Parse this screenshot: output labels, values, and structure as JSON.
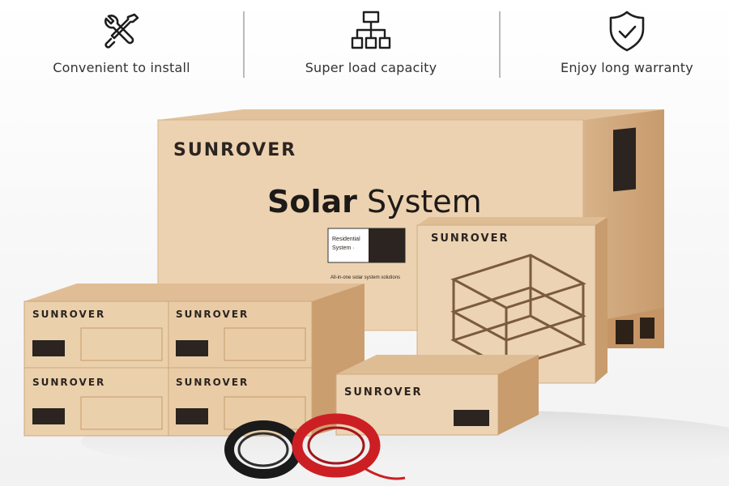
{
  "features": [
    {
      "label": "Convenient to install",
      "icon": "tools-icon"
    },
    {
      "label": "Super load capacity",
      "icon": "hierarchy-icon"
    },
    {
      "label": "Enjoy long warranty",
      "icon": "shield-check-icon"
    }
  ],
  "product": {
    "brand": "SUNROVER",
    "title_bold": "Solar",
    "title_rest": " System",
    "label_line1": "Residential",
    "label_line2": "System ·",
    "tagline": "All-in-one solar system solutions"
  },
  "colors": {
    "cardboard_light": "#ecd2b0",
    "cardboard_mid": "#d9b286",
    "cardboard_dark": "#c49565",
    "ink": "#2b2420",
    "cable_red": "#cc1f24",
    "cable_black": "#1a1a1a"
  }
}
